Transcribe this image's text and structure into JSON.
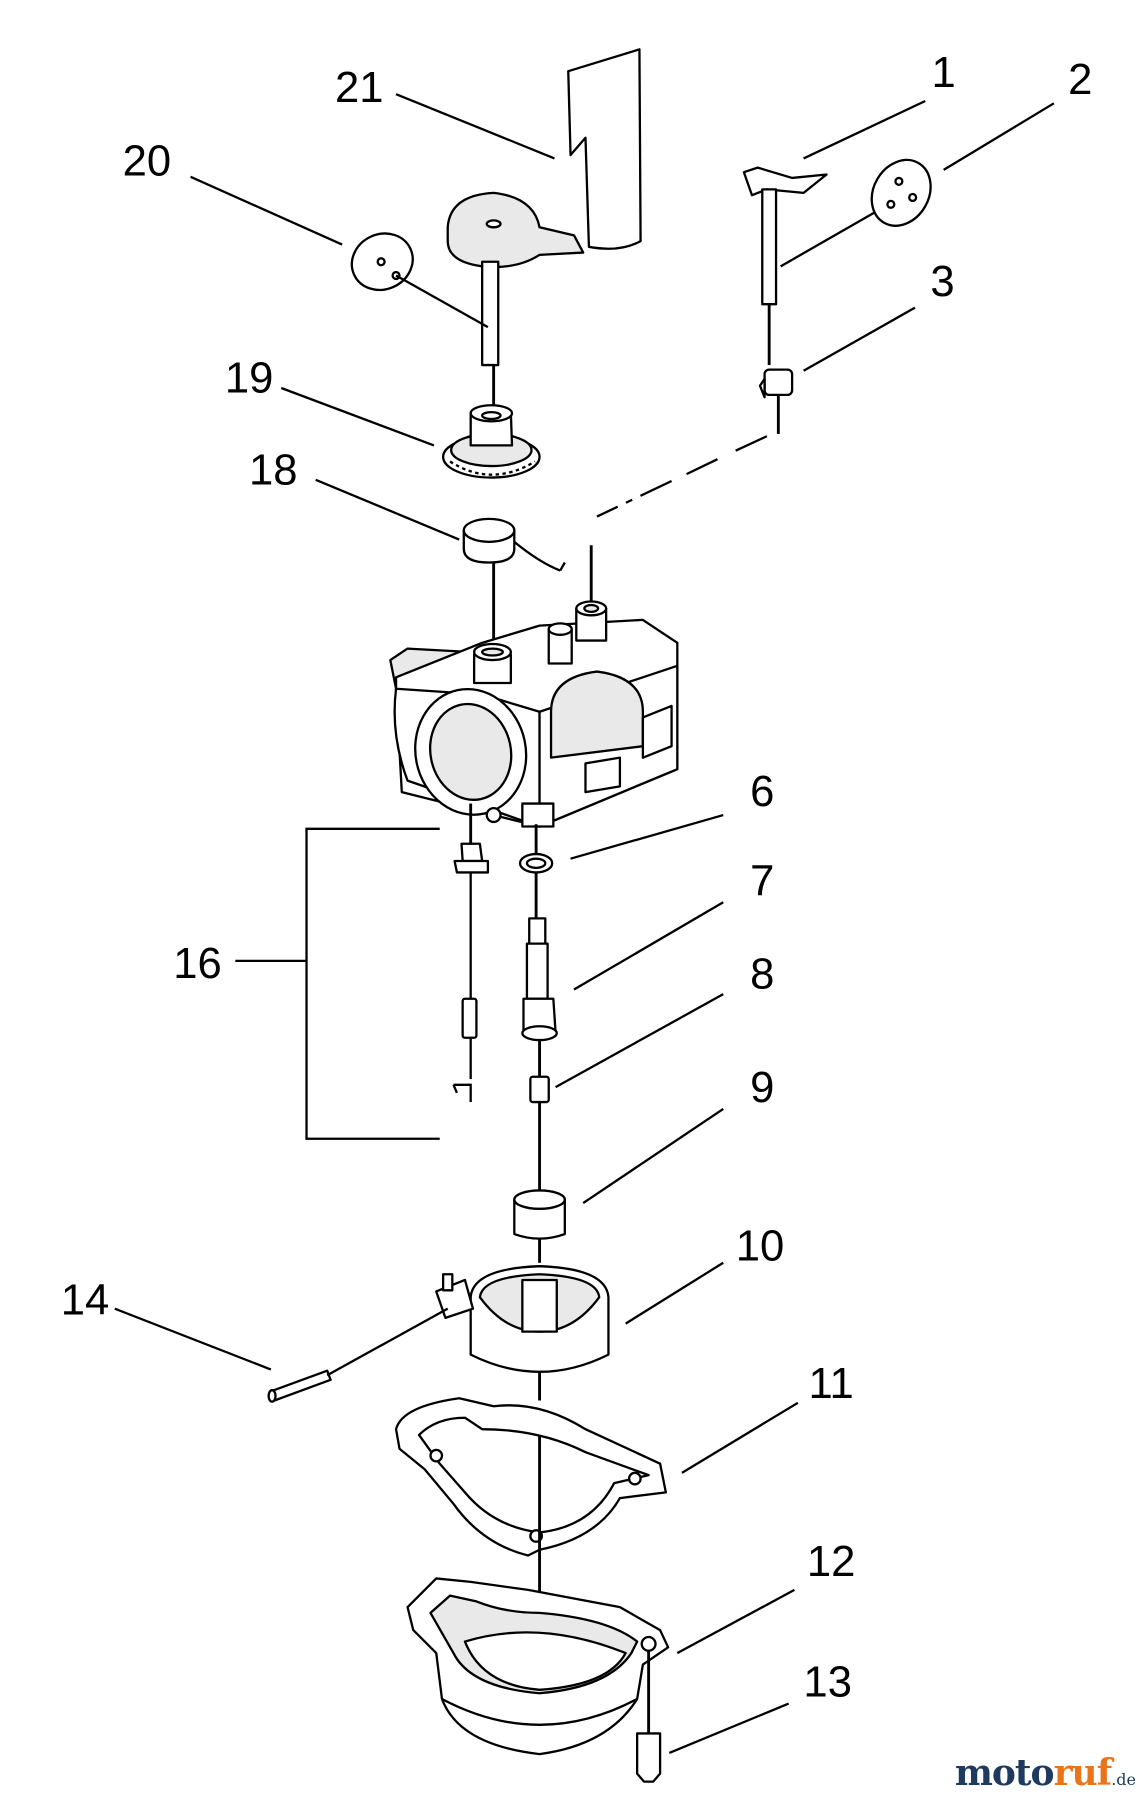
{
  "callouts": [
    "1",
    "2",
    "3",
    "6",
    "7",
    "8",
    "9",
    "10",
    "11",
    "12",
    "13",
    "14",
    "16",
    "18",
    "19",
    "20",
    "21"
  ],
  "watermark": {
    "text_a": "moto",
    "text_b": "ruf",
    "domain": ".de",
    "color_a": "#1e3a5f",
    "color_b": "#e8751a"
  },
  "colors": {
    "line": "#000000",
    "part_fill": "#ffffff",
    "part_shade": "#e9e9e9"
  }
}
